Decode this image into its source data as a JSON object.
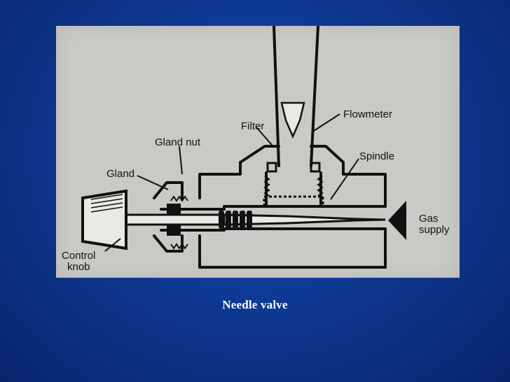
{
  "slide": {
    "caption": "Needle valve"
  },
  "diagram": {
    "labels": {
      "flowmeter": "Flowmeter",
      "filter": "Filter",
      "gland_nut": "Gland nut",
      "spindle": "Spindle",
      "gland": "Gland",
      "gas_supply_line1": "Gas",
      "gas_supply_line2": "supply",
      "control_knob_line1": "Control",
      "control_knob_line2": "knob"
    }
  },
  "colors": {
    "background": "#0f3a93",
    "figure_paper": "#c9c9c6",
    "ink": "#111111",
    "caption": "#ffffff"
  }
}
